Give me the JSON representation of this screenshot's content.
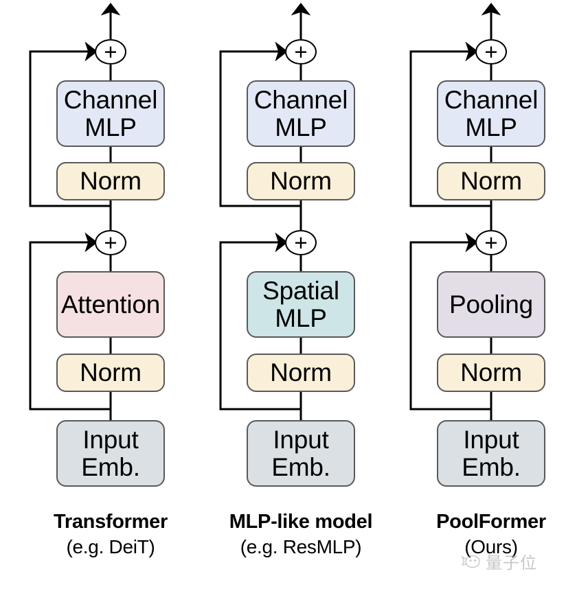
{
  "figure": {
    "background": "#ffffff",
    "stroke": "#000000",
    "box_border": "#595959"
  },
  "palette": {
    "channel_mlp": "#e2e8f5",
    "norm": "#faefd8",
    "attention": "#f5e1e1",
    "spatial_mlp": "#cde5e7",
    "pooling": "#e3dde8",
    "input_emb": "#dbe0e5"
  },
  "glyphs": {
    "plus": "+"
  },
  "columns": [
    {
      "id": "transformer",
      "caption_title": "Transformer",
      "caption_sub": "(e.g. DeiT)",
      "blocks": [
        {
          "name": "add-top",
          "type": "op",
          "label": "+"
        },
        {
          "name": "channel-mlp",
          "type": "box",
          "label": "Channel\nMLP",
          "fill": "#e2e8f5"
        },
        {
          "name": "norm-upper",
          "type": "box",
          "label": "Norm",
          "fill": "#faefd8"
        },
        {
          "name": "add-bottom",
          "type": "op",
          "label": "+"
        },
        {
          "name": "token-mixer",
          "type": "box",
          "label": "Attention",
          "fill": "#f5e1e1"
        },
        {
          "name": "norm-lower",
          "type": "box",
          "label": "Norm",
          "fill": "#faefd8"
        },
        {
          "name": "input-emb",
          "type": "box",
          "label": "Input\nEmb.",
          "fill": "#dbe0e5"
        }
      ]
    },
    {
      "id": "mlp-like",
      "caption_title": "MLP-like model",
      "caption_sub": "(e.g. ResMLP)",
      "blocks": [
        {
          "name": "add-top",
          "type": "op",
          "label": "+"
        },
        {
          "name": "channel-mlp",
          "type": "box",
          "label": "Channel\nMLP",
          "fill": "#e2e8f5"
        },
        {
          "name": "norm-upper",
          "type": "box",
          "label": "Norm",
          "fill": "#faefd8"
        },
        {
          "name": "add-bottom",
          "type": "op",
          "label": "+"
        },
        {
          "name": "token-mixer",
          "type": "box",
          "label": "Spatial\nMLP",
          "fill": "#cde5e7"
        },
        {
          "name": "norm-lower",
          "type": "box",
          "label": "Norm",
          "fill": "#faefd8"
        },
        {
          "name": "input-emb",
          "type": "box",
          "label": "Input\nEmb.",
          "fill": "#dbe0e5"
        }
      ]
    },
    {
      "id": "poolformer",
      "caption_title": "PoolFormer",
      "caption_sub": "(Ours)",
      "blocks": [
        {
          "name": "add-top",
          "type": "op",
          "label": "+"
        },
        {
          "name": "channel-mlp",
          "type": "box",
          "label": "Channel\nMLP",
          "fill": "#e2e8f5"
        },
        {
          "name": "norm-upper",
          "type": "box",
          "label": "Norm",
          "fill": "#faefd8"
        },
        {
          "name": "add-bottom",
          "type": "op",
          "label": "+"
        },
        {
          "name": "token-mixer",
          "type": "box",
          "label": "Pooling",
          "fill": "#e3dde8"
        },
        {
          "name": "norm-lower",
          "type": "box",
          "label": "Norm",
          "fill": "#faefd8"
        },
        {
          "name": "input-emb",
          "type": "box",
          "label": "Input\nEmb.",
          "fill": "#dbe0e5"
        }
      ]
    }
  ],
  "watermark": {
    "text": "量子位"
  }
}
